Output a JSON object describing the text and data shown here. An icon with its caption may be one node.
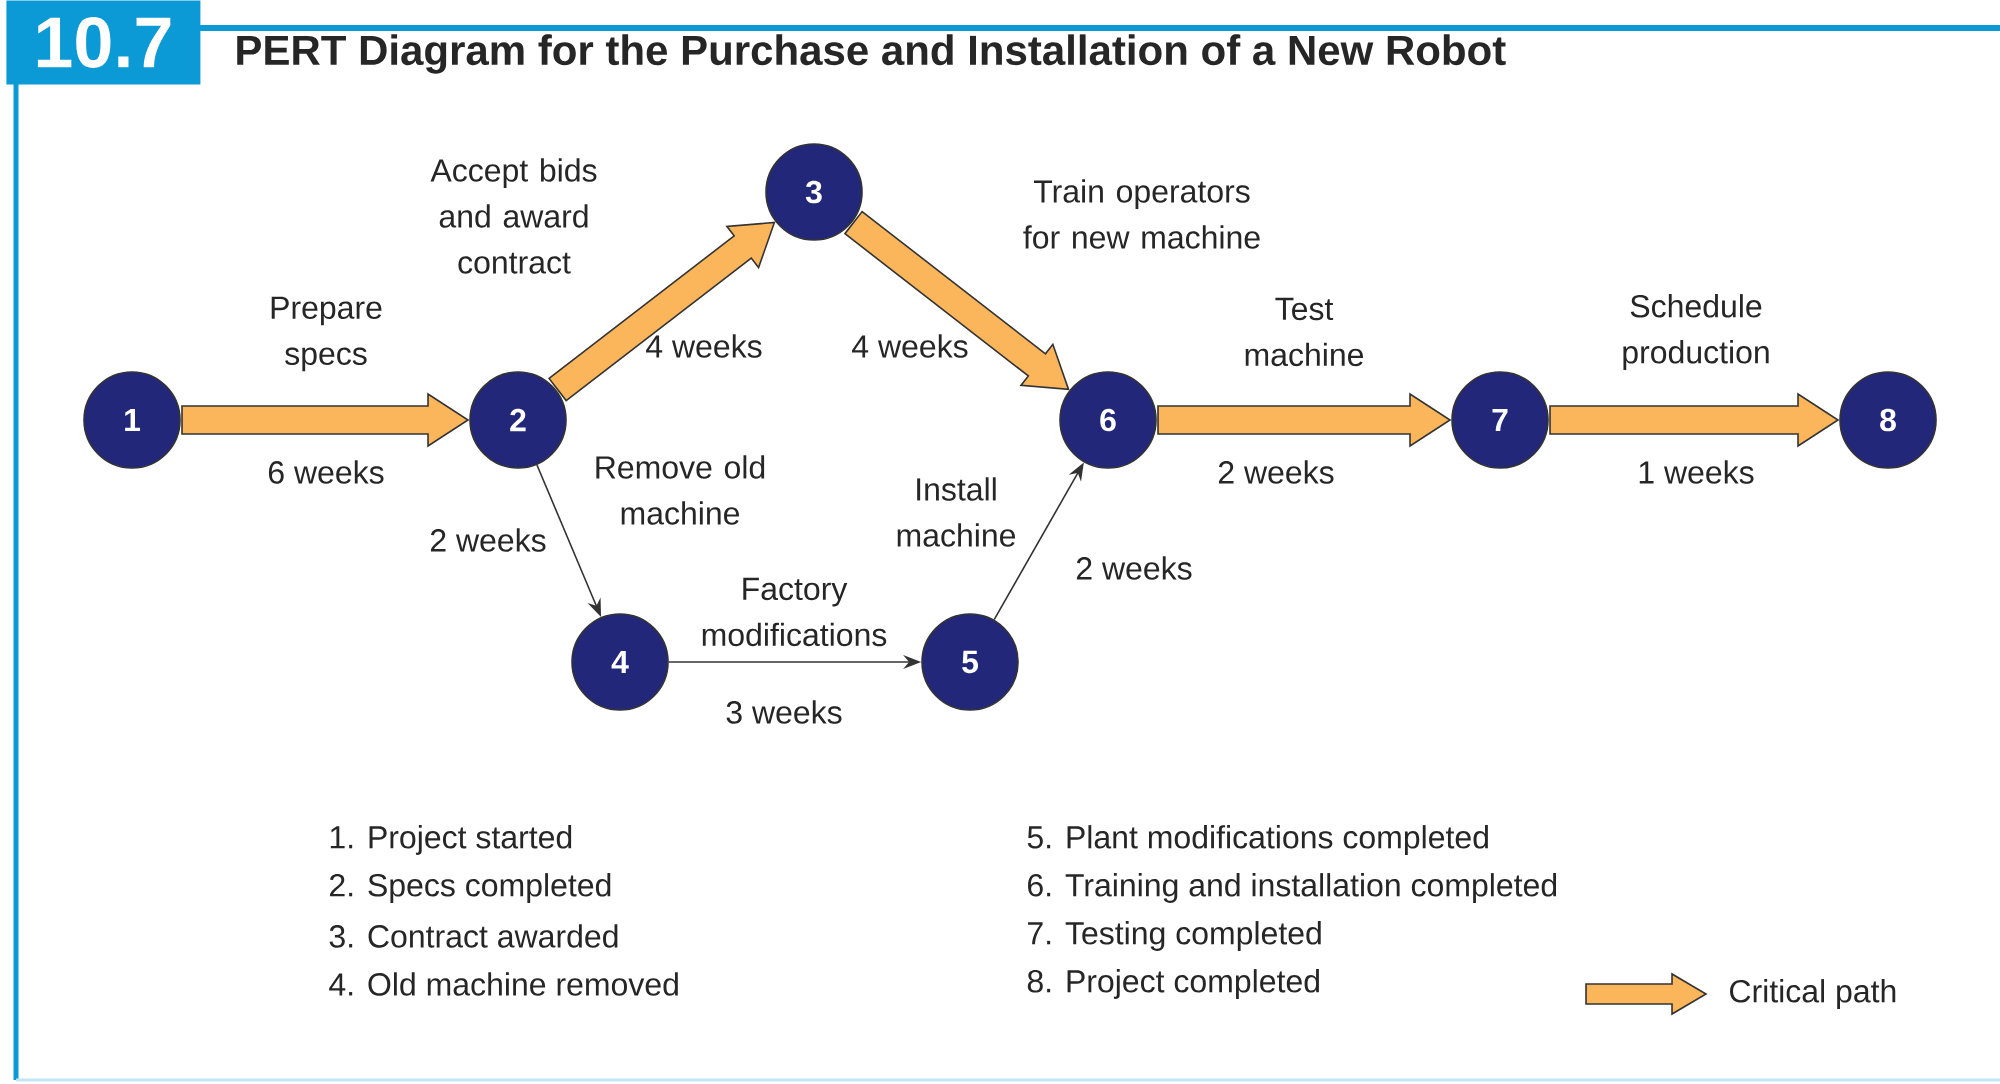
{
  "diagram": {
    "title": "PERT Diagram for the Purchase and Installation of a New Robot",
    "nodes": [
      {
        "text": [
          "1"
        ]
      },
      {
        "text": [
          "2"
        ]
      },
      {
        "text": [
          "3"
        ]
      },
      {
        "text": [
          "4"
        ]
      },
      {
        "text": [
          "5"
        ]
      },
      {
        "text": [
          "6"
        ]
      },
      {
        "text": [
          "7"
        ]
      },
      {
        "text": [
          "8"
        ]
      }
    ],
    "edges": [
      {
        "from": 0,
        "to": 1,
        "arrow": "to",
        "label": "Prepare specs",
        "style": "thick",
        "color": "#fbb65c"
      },
      {
        "from": 1,
        "to": 2,
        "arrow": "to",
        "label": "Accept bids and award contract",
        "style": "thick",
        "color": "#fbb65c"
      },
      {
        "from": 2,
        "to": 5,
        "arrow": "to",
        "label": "Train operators for new machine",
        "style": "thick",
        "color": "#fbb65c"
      },
      {
        "from": 1,
        "to": 3,
        "arrow": "to",
        "label": "Remove old machine"
      },
      {
        "from": 3,
        "to": 4,
        "arrow": "to",
        "label": "Factory modifications"
      },
      {
        "from": 4,
        "to": 5,
        "arrow": "to",
        "label": "Install machine"
      },
      {
        "from": 5,
        "to": 6,
        "arrow": "to",
        "label": "Test machine",
        "style": "thick",
        "color": "#fbb65c"
      },
      {
        "from": 6,
        "to": 7,
        "arrow": "to",
        "label": "Schedule production",
        "style": "thick",
        "color": "#fbb65c"
      }
    ],
    "labels": [
      "10.7",
      "6 weeks",
      "4 weeks",
      "4 weeks",
      "2 weeks",
      "3 weeks",
      "2 weeks",
      "2 weeks",
      "1 weeks",
      "1. Project started",
      "2. Specs completed",
      "3. Contract awarded",
      "4. Old machine removed",
      "5. Plant modifications completed",
      "6. Training and installation completed",
      "7. Testing completed",
      "8. Project completed"
    ],
    "legend": [
      {
        "text": "Critical path"
      }
    ]
  }
}
